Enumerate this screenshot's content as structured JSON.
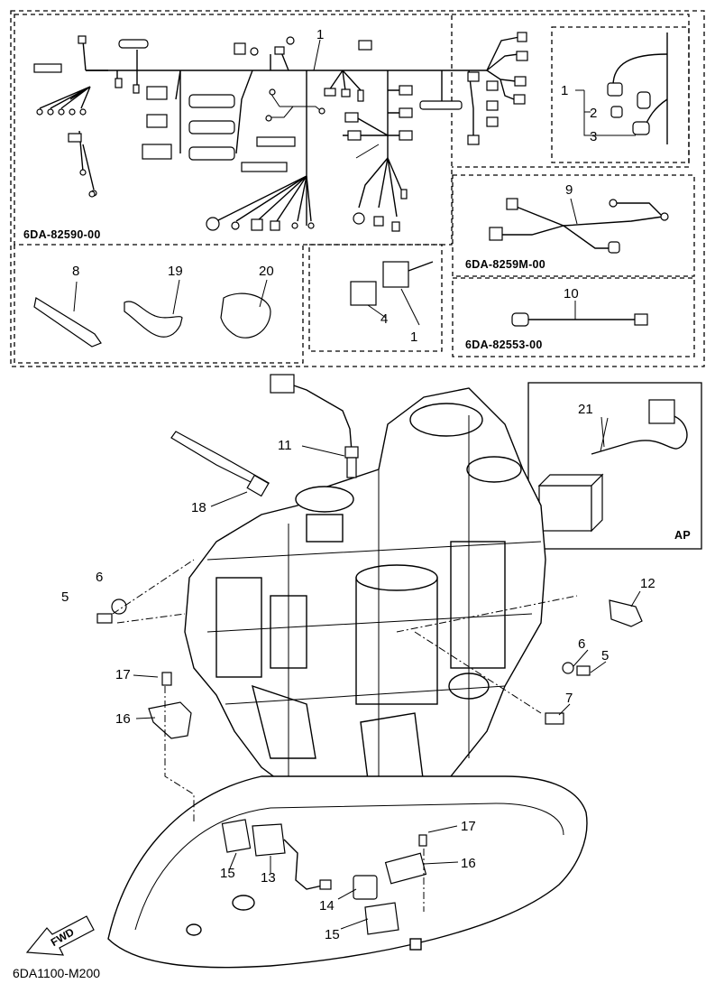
{
  "diagram": {
    "figure_id": "6DA1100-M200",
    "fwd_label": "FWD",
    "ap_label": "AP",
    "part_codes": {
      "main_harness": "6DA-82590-00",
      "sub_harness_9": "6DA-8259M-00",
      "sub_harness_10": "6DA-82553-00"
    },
    "callouts": {
      "c1_top": "1",
      "c1_right": "1",
      "c2": "2",
      "c3": "3",
      "c1_relay": "1",
      "c4": "4",
      "c8": "8",
      "c19": "19",
      "c20": "20",
      "c9": "9",
      "c10": "10",
      "c11": "11",
      "c18": "18",
      "c21": "21",
      "c6_left": "6",
      "c5_left": "5",
      "c12": "12",
      "c6_right": "6",
      "c5_right": "5",
      "c7": "7",
      "c17_left": "17",
      "c16_left": "16",
      "c17_right": "17",
      "c16_right": "16",
      "c15_left": "15",
      "c13": "13",
      "c14": "14",
      "c15_right": "15"
    }
  }
}
